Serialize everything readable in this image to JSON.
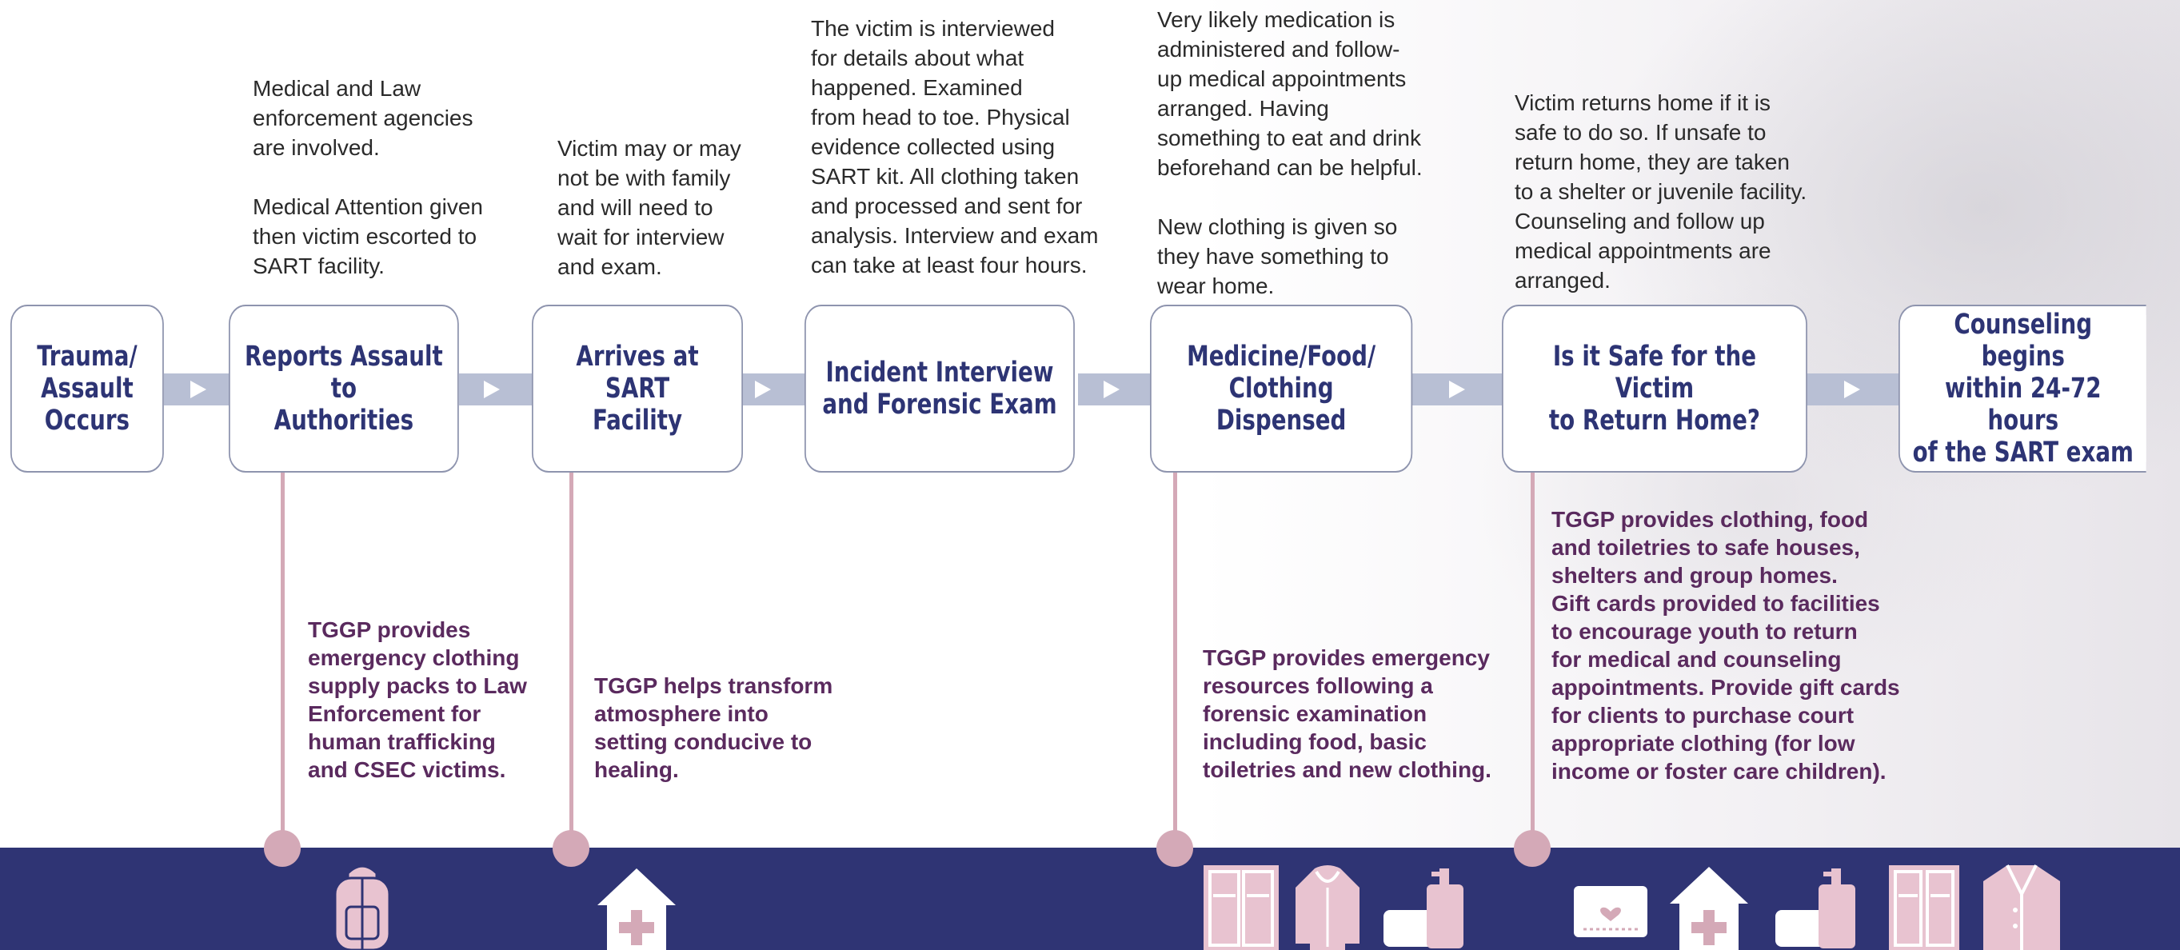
{
  "colors": {
    "step_text": "#2d3474",
    "band": "#2f3474",
    "connector": "#b8bfd4",
    "pink": "#d4a9b7",
    "tggp_text": "#5a2a5e"
  },
  "steps": [
    {
      "label": "Trauma/\nAssault\nOccurs"
    },
    {
      "label": "Reports Assault to\nAuthorities"
    },
    {
      "label": "Arrives at SART\nFacility"
    },
    {
      "label": "Incident Interview\nand Forensic Exam"
    },
    {
      "label": "Medicine/Food/\nClothing Dispensed"
    },
    {
      "label": "Is it Safe for the Victim\nto Return Home?"
    },
    {
      "label": "Counseling begins\nwithin 24-72 hours\nof the SART exam"
    }
  ],
  "descriptions": [
    "Medical and Law\nenforcement agencies\nare involved.\n\nMedical Attention given\nthen victim escorted to\nSART facility.",
    "Victim may or may\nnot be with family\nand will need to\nwait for interview\nand exam.",
    "The victim is interviewed\nfor details about what\nhappened. Examined\nfrom head to toe. Physical\nevidence collected using\nSART kit. All clothing taken\nand processed and sent for\nanalysis. Interview and exam\ncan take at least four hours.",
    "Very likely medication is\nadministered and follow-\nup medical appointments\narranged. Having\nsomething to eat and drink\nbeforehand can be helpful.\n\nNew clothing is given so\nthey have something to\nwear home.",
    "Victim returns home if it is\nsafe to do so. If unsafe to\nreturn home, they are taken\nto a shelter or juvenile facility.\nCounseling and follow up\nmedical appointments are\narranged."
  ],
  "tggp": [
    "TGGP provides\nemergency clothing\nsupply packs to Law\nEnforcement for\nhuman trafficking\nand CSEC victims.",
    "TGGP helps transform\natmosphere into\nsetting conducive to\nhealing.",
    "TGGP provides emergency\nresources following a\nforensic examination\nincluding food, basic\ntoiletries and new clothing.",
    "TGGP provides clothing, food\nand toiletries to safe houses,\nshelters and group homes.\nGift cards provided to facilities\nto encourage youth to return\nfor medical and counseling\nappointments. Provide gift cards\nfor clients to purchase court\nappropriate clothing (for low\nincome or foster care children)."
  ],
  "icons": {
    "group1": [
      "backpack-icon"
    ],
    "group2": [
      "house-medical-icon"
    ],
    "group3": [
      "wardrobe-icon",
      "hoodie-icon",
      "toiletries-icon"
    ],
    "group4": [
      "gift-card-icon",
      "house-medical-icon",
      "toiletries-icon",
      "wardrobe-icon",
      "jacket-icon"
    ]
  }
}
